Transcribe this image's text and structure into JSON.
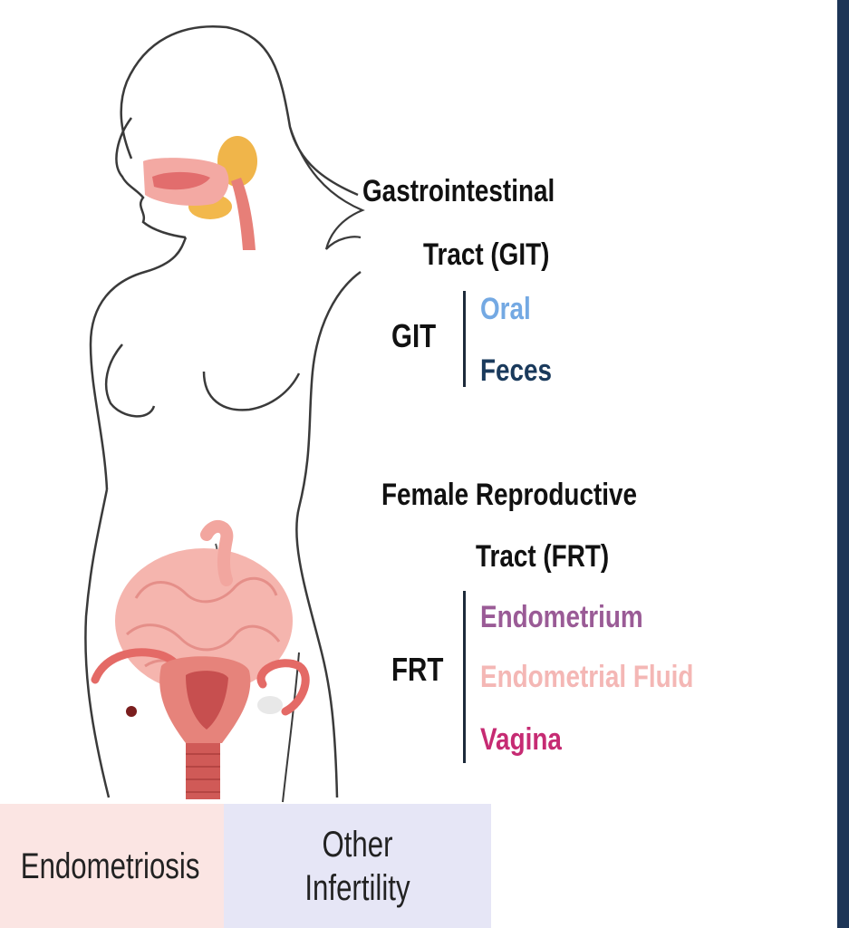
{
  "git": {
    "title_line1": "Gastrointestinal",
    "title_line2": "Tract (GIT)",
    "abbr": "GIT",
    "items": [
      {
        "label": "Oral",
        "color": "#74a9e3"
      },
      {
        "label": "Feces",
        "color": "#1a3a5c"
      }
    ]
  },
  "frt": {
    "title_line1": "Female Reproductive",
    "title_line2": "Tract (FRT)",
    "abbr": "FRT",
    "items": [
      {
        "label": "Endometrium",
        "color": "#9a5b96"
      },
      {
        "label": "Endometrial Fluid",
        "color": "#f4b7b5"
      },
      {
        "label": "Vagina",
        "color": "#c62b73"
      }
    ]
  },
  "groups": {
    "endometriosis": "Endometriosis",
    "other_line1": "Other",
    "other_line2": "Infertility"
  },
  "colors": {
    "border": "#1d3557",
    "endometriosis_bg": "#fbe5e3",
    "other_bg": "#e6e6f6"
  }
}
